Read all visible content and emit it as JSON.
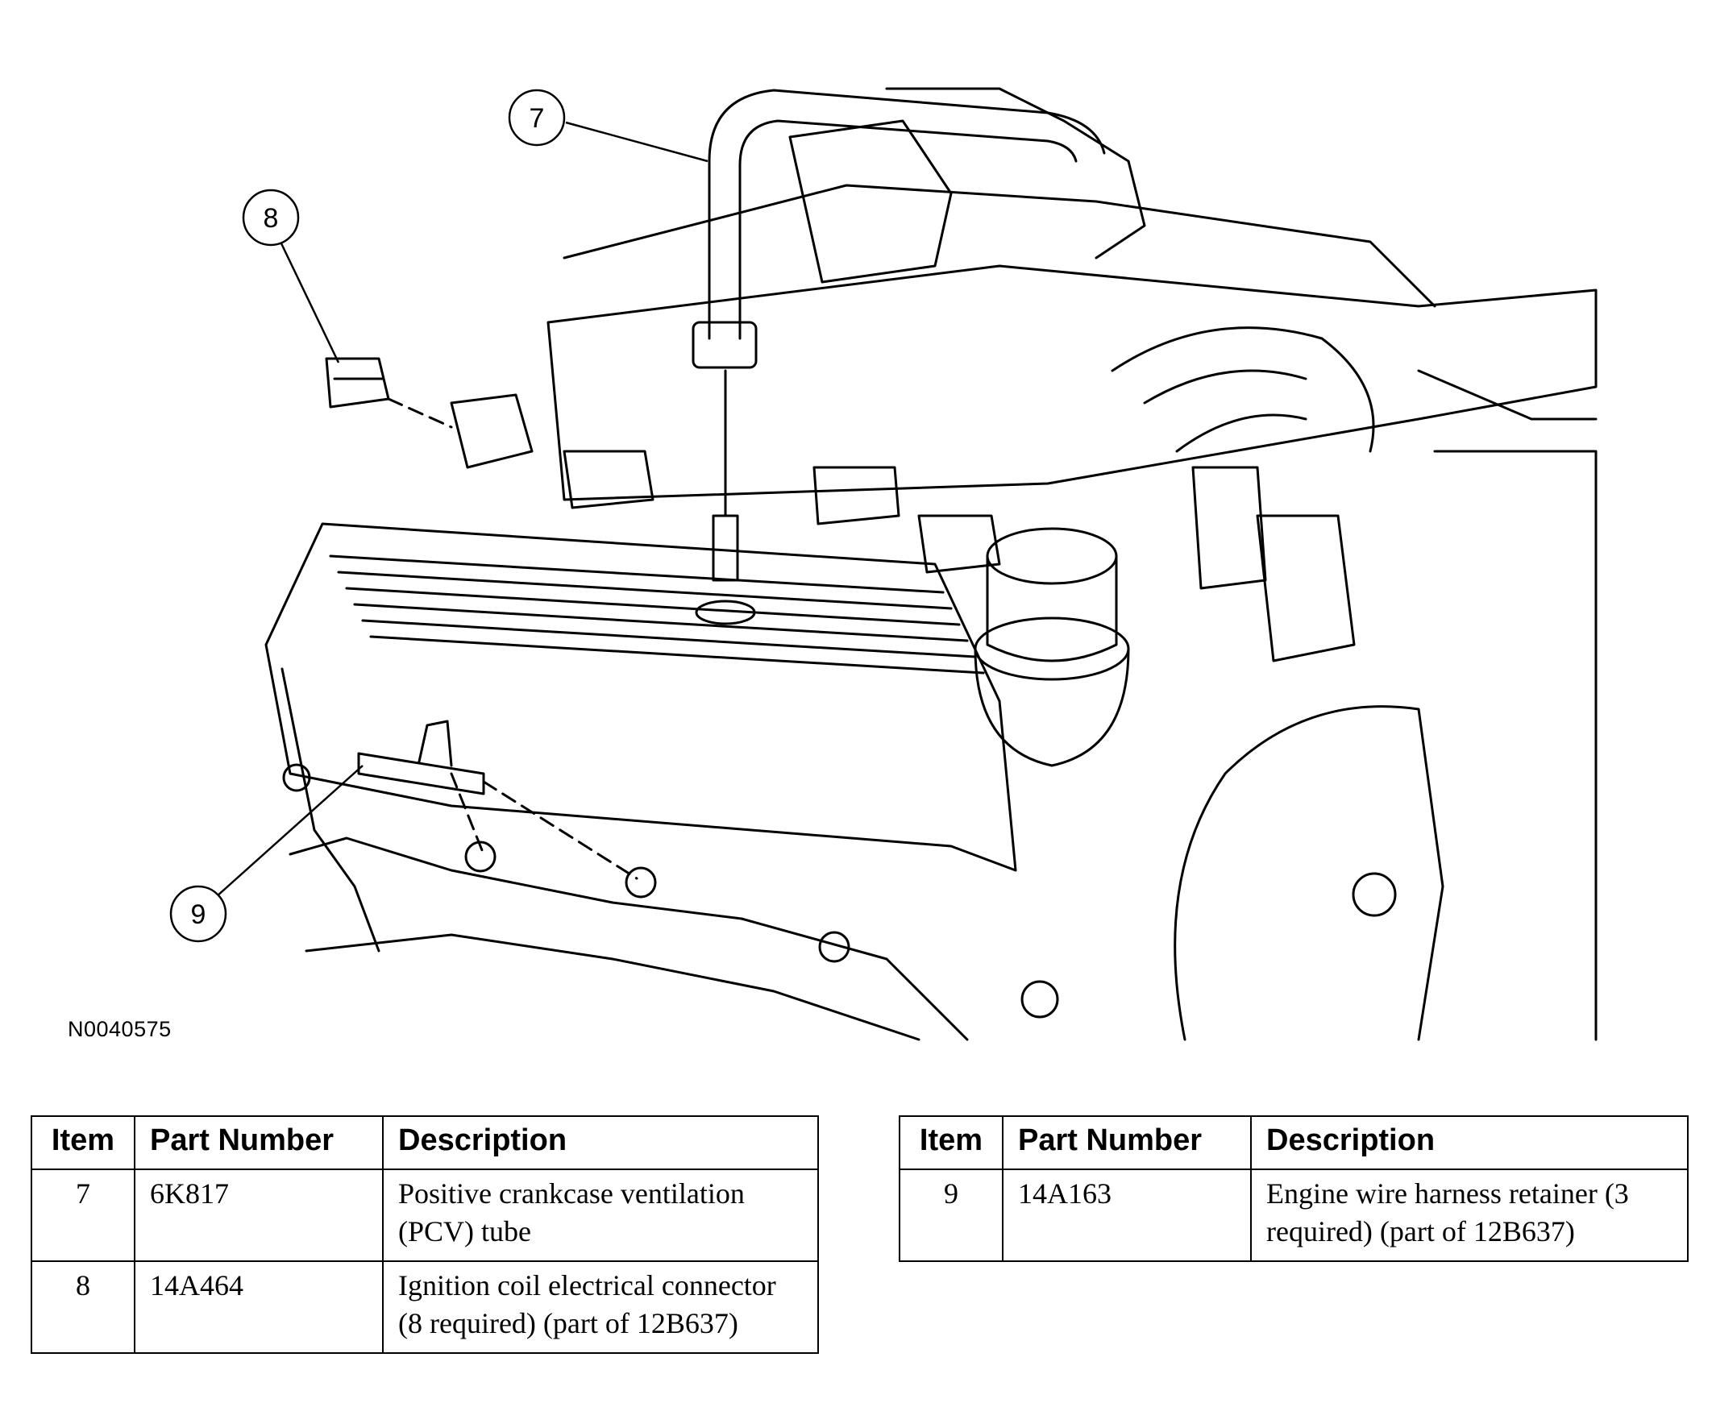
{
  "figure": {
    "id": "N0040575",
    "callouts": [
      "7",
      "8",
      "9"
    ]
  },
  "tables": [
    {
      "headers": {
        "item": "Item",
        "part_number": "Part Number",
        "description": "Description"
      },
      "rows": [
        {
          "item": "7",
          "part_number": "6K817",
          "description": "Positive crankcase ventilation (PCV) tube"
        },
        {
          "item": "8",
          "part_number": "14A464",
          "description": "Ignition coil electrical connector (8 required) (part of 12B637)"
        }
      ]
    },
    {
      "headers": {
        "item": "Item",
        "part_number": "Part Number",
        "description": "Description"
      },
      "rows": [
        {
          "item": "9",
          "part_number": "14A163",
          "description": "Engine wire harness retainer (3 required) (part of 12B637)"
        }
      ]
    }
  ],
  "colors": {
    "line": "#000000",
    "background": "#ffffff"
  }
}
